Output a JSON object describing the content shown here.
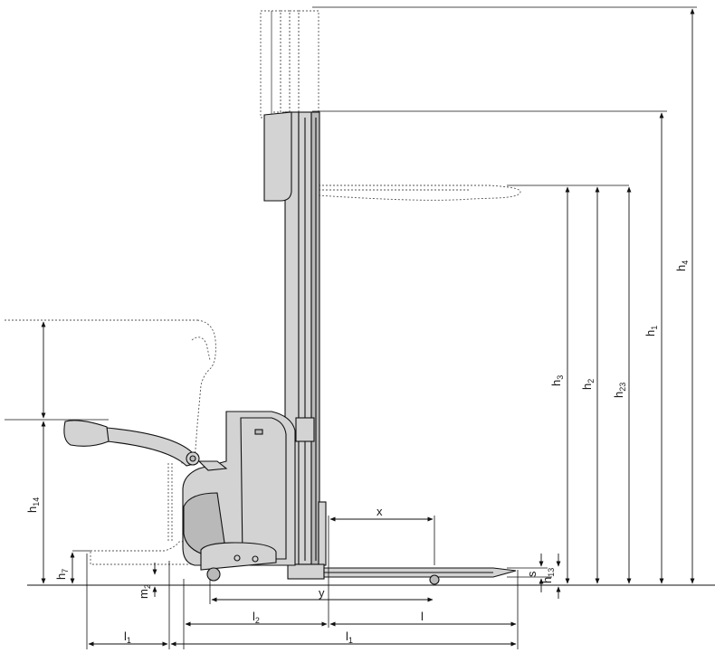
{
  "labels": {
    "h4": {
      "main": "h",
      "sub": "4"
    },
    "h1": {
      "main": "h",
      "sub": "1"
    },
    "h3": {
      "main": "h",
      "sub": "3"
    },
    "h2": {
      "main": "h",
      "sub": "2"
    },
    "h23": {
      "main": "h",
      "sub": "23"
    },
    "h14": {
      "main": "h",
      "sub": "14"
    },
    "h7": {
      "main": "h",
      "sub": "7"
    },
    "h13": {
      "main": "h",
      "sub": "13"
    },
    "m2": {
      "main": "m",
      "sub": "2"
    },
    "s": {
      "main": "s"
    },
    "x": {
      "main": "x"
    },
    "y": {
      "main": "y"
    },
    "l": {
      "main": "l"
    },
    "l2": {
      "main": "l",
      "sub": "2"
    },
    "l1_right": {
      "main": "l",
      "sub": "1"
    },
    "l1_left": {
      "main": "l",
      "sub": "1"
    }
  }
}
